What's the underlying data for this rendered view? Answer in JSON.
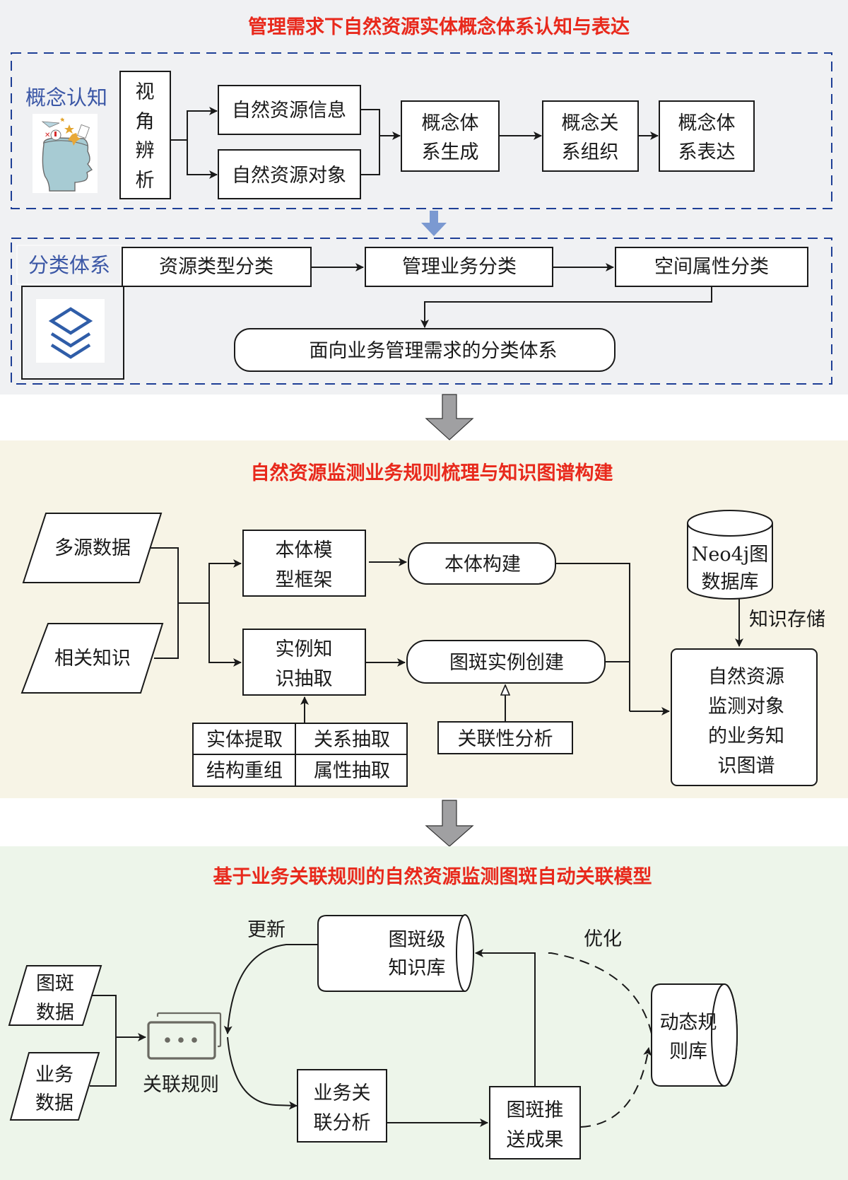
{
  "colors": {
    "title_red": "#e8291c",
    "label_blue": "#3b57a6",
    "frame_blue": "#1e3f96",
    "section1_bg": "#f0f1f3",
    "section2_bg": "#f7f4e6",
    "section3_bg": "#edf5ea",
    "arrow_grey": "#a0a0a2",
    "arrow_blue": "#7b99d1"
  },
  "section1": {
    "title": "管理需求下自然资源实体概念体系认知与表达",
    "cognition": {
      "label": "概念认知",
      "icon": "head-brain-icon",
      "perspective_chars": [
        "视",
        "角",
        "辨",
        "析"
      ],
      "info_box": "自然资源信息",
      "object_box": "自然资源对象",
      "flow": [
        {
          "line1": "概念体",
          "line2": "系生成"
        },
        {
          "line1": "概念关",
          "line2": "系组织"
        },
        {
          "line1": "概念体",
          "line2": "系表达"
        }
      ]
    },
    "classification": {
      "label": "分类体系",
      "icon": "layers-icon",
      "steps": [
        "资源类型分类",
        "管理业务分类",
        "空间属性分类"
      ],
      "result": "面向业务管理需求的分类体系"
    }
  },
  "section2": {
    "title": "自然资源监测业务规则梳理与知识图谱构建",
    "inputs": [
      "多源数据",
      "相关知识"
    ],
    "ontology_framework": {
      "line1": "本体模",
      "line2": "型框架"
    },
    "instance_extraction": {
      "line1": "实例知",
      "line2": "识抽取"
    },
    "ontology_build": "本体构建",
    "patch_instance_create": "图斑实例创建",
    "extraction_grid": [
      [
        "实体提取",
        "关系抽取"
      ],
      [
        "结构重组",
        "属性抽取"
      ]
    ],
    "correlation_analysis": "关联性分析",
    "neo4j": {
      "line1": "Neo4j图",
      "line2": "数据库"
    },
    "storage_label": "知识存储",
    "knowledge_graph": [
      "自然资源",
      "监测对象",
      "的业务知",
      "识图谱"
    ]
  },
  "section3": {
    "title": "基于业务关联规则的自然资源监测图斑自动关联模型",
    "inputs": [
      {
        "line1": "图斑",
        "line2": "数据"
      },
      {
        "line1": "业务",
        "line2": "数据"
      }
    ],
    "rules_label": "关联规则",
    "update_label": "更新",
    "optimize_label": "优化",
    "patch_kb": {
      "line1": "图斑级",
      "line2": "知识库"
    },
    "business_analysis": {
      "line1": "业务关",
      "line2": "联分析"
    },
    "push_result": {
      "line1": "图斑推",
      "line2": "送成果"
    },
    "dynamic_rules": {
      "line1": "动态规",
      "line2": "则库"
    }
  }
}
